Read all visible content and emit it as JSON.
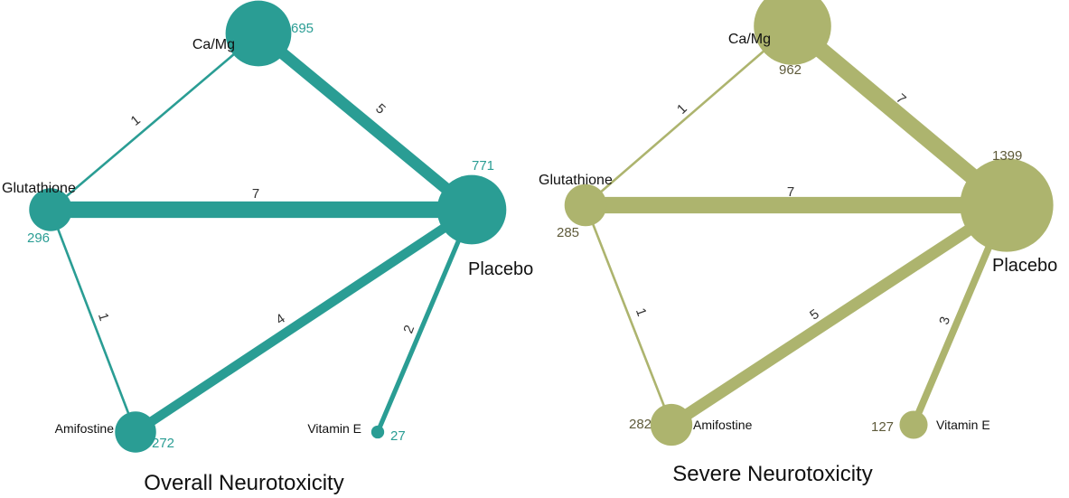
{
  "panels": [
    {
      "title": "Overall Neurotoxicity",
      "color": "#2a9d94",
      "count_color": "#2a9d94",
      "nodes": [
        {
          "id": "camg",
          "name": "Ca/Mg",
          "count": "695",
          "size": 695
        },
        {
          "id": "glut",
          "name": "Glutathione",
          "count": "296",
          "size": 296
        },
        {
          "id": "plac",
          "name": "Placebo",
          "count": "771",
          "size": 771
        },
        {
          "id": "amif",
          "name": "Amifostine",
          "count": "272",
          "size": 272
        },
        {
          "id": "vite",
          "name": "Vitamin E",
          "count": "27",
          "size": 27
        }
      ],
      "edges": [
        {
          "from": "glut",
          "to": "camg",
          "label": "1",
          "trials": 1
        },
        {
          "from": "camg",
          "to": "plac",
          "label": "5",
          "trials": 5
        },
        {
          "from": "glut",
          "to": "plac",
          "label": "7",
          "trials": 7
        },
        {
          "from": "glut",
          "to": "amif",
          "label": "1",
          "trials": 1
        },
        {
          "from": "amif",
          "to": "plac",
          "label": "4",
          "trials": 4
        },
        {
          "from": "vite",
          "to": "plac",
          "label": "2",
          "trials": 2
        }
      ]
    },
    {
      "title": "Severe Neurotoxicity",
      "color": "#adb46e",
      "count_color": "#5e5a3a",
      "nodes": [
        {
          "id": "camg",
          "name": "Ca/Mg",
          "count": "962",
          "size": 962
        },
        {
          "id": "glut",
          "name": "Glutathione",
          "count": "285",
          "size": 285
        },
        {
          "id": "plac",
          "name": "Placebo",
          "count": "1399",
          "size": 1399
        },
        {
          "id": "amif",
          "name": "Amifostine",
          "count": "282",
          "size": 282
        },
        {
          "id": "vite",
          "name": "Vitamin E",
          "count": "127",
          "size": 127
        }
      ],
      "edges": [
        {
          "from": "glut",
          "to": "camg",
          "label": "1",
          "trials": 1
        },
        {
          "from": "camg",
          "to": "plac",
          "label": "7",
          "trials": 7
        },
        {
          "from": "glut",
          "to": "plac",
          "label": "7",
          "trials": 7
        },
        {
          "from": "glut",
          "to": "amif",
          "label": "1",
          "trials": 1
        },
        {
          "from": "amif",
          "to": "plac",
          "label": "5",
          "trials": 5
        },
        {
          "from": "vite",
          "to": "plac",
          "label": "3",
          "trials": 3
        }
      ]
    }
  ]
}
